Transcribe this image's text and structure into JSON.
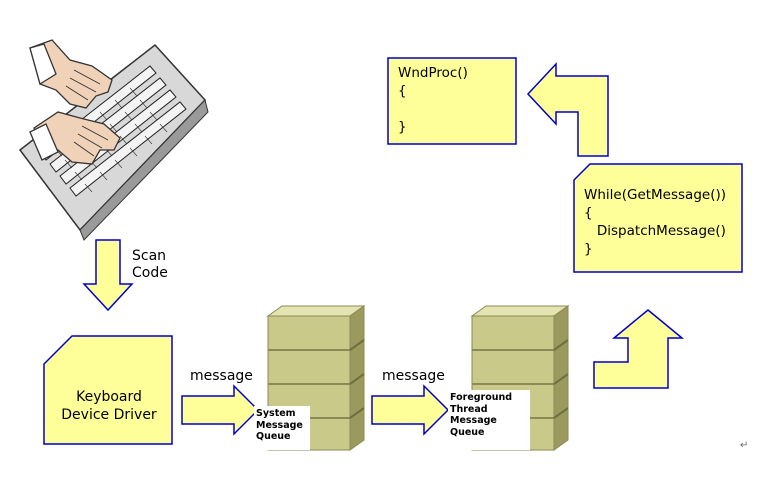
{
  "colors": {
    "box_fill": "#ffff99",
    "box_border": "#0000cc",
    "arrow_fill": "#ffff99",
    "arrow_border": "#0000cc",
    "queue_fill": "#c9c98a",
    "queue_shadow": "#8a8a55"
  },
  "labels": {
    "scan_code": "Scan\nCode",
    "message_1": "message",
    "message_2": "message"
  },
  "boxes": {
    "keyboard_driver": "Keyboard\nDevice Driver",
    "wndproc": "WndProc()\n{\n\n}",
    "message_loop": "While(GetMessage())\n{\n   DispatchMessage()\n}"
  },
  "queues": {
    "system": "System\nMessage\nQueue",
    "foreground": "Foreground\nThread\nMessage\nQueue"
  },
  "corner_mark": "↵",
  "icons": {
    "keyboard": "keyboard-with-hands-icon"
  }
}
